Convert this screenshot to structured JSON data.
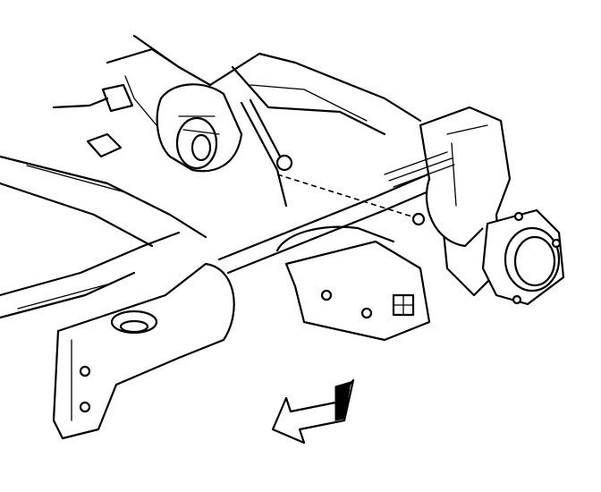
{
  "diagram": {
    "kind": "technical-line-drawing",
    "subject": "rear-suspension-assembly",
    "text_labels": [],
    "colors": {
      "ink": "#000000",
      "paper": "#ffffff"
    },
    "arrow": {
      "direction": "down-left",
      "icon": "direction-arrow-icon"
    }
  }
}
